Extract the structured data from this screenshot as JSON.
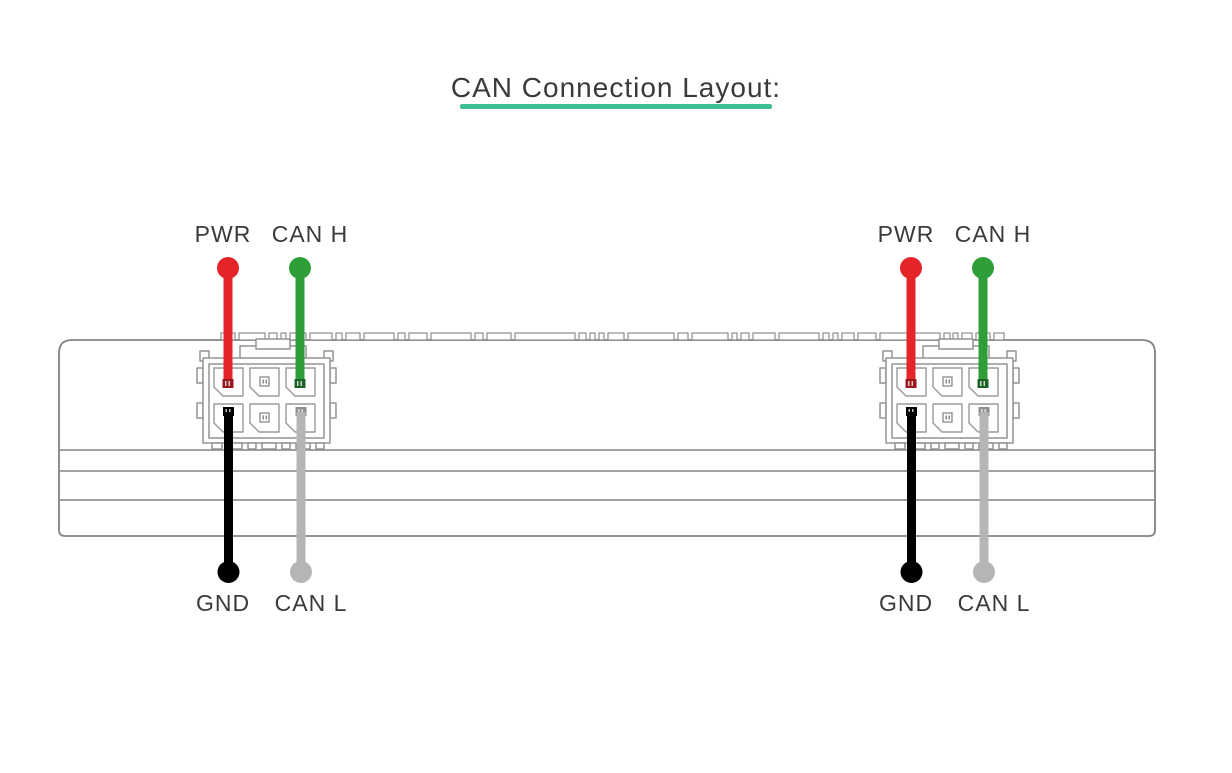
{
  "title": {
    "text": "CAN Connection Layout:"
  },
  "colors": {
    "pwr_red": "#e32429",
    "can_h_green": "#2f9e38",
    "gnd_black": "#000000",
    "can_l_gray": "#b5b5b5",
    "title_underline": "#3cbf92",
    "label_text": "#3a3a3a",
    "device_outline": "#828282"
  },
  "connectors": [
    {
      "id": "left",
      "pin_labels": {
        "pwr": "PWR",
        "can_h": "CAN H",
        "gnd": "GND",
        "can_l": "CAN L"
      }
    },
    {
      "id": "right",
      "pin_labels": {
        "pwr": "PWR",
        "can_h": "CAN H",
        "gnd": "GND",
        "can_l": "CAN L"
      }
    }
  ]
}
